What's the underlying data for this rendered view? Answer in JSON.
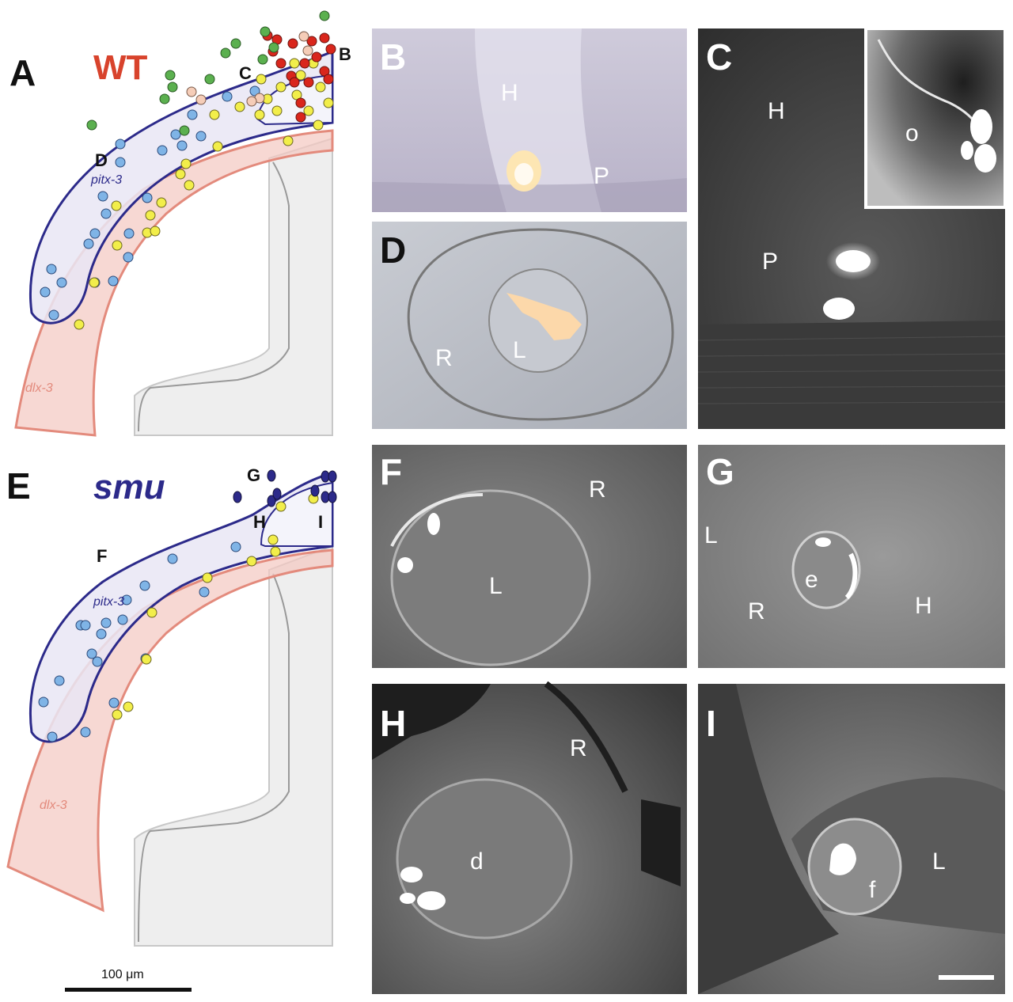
{
  "figure": {
    "panel_letters": [
      "A",
      "B",
      "C",
      "D",
      "E",
      "F",
      "G",
      "H",
      "I"
    ],
    "schematic_top": {
      "title": "WT",
      "title_color": "#d8432c",
      "pitx_label": "pitx-3",
      "dlx_label": "dlx-3",
      "callouts": [
        "B",
        "C",
        "D"
      ]
    },
    "schematic_bottom": {
      "title": "smu",
      "title_color": "#2c2a8a",
      "pitx_label": "pitx-3",
      "dlx_label": "dlx-3",
      "callouts": [
        "F",
        "G",
        "H",
        "I"
      ]
    },
    "scale_bar_label": "100 μm",
    "micrographs": {
      "B": [
        "H",
        "P"
      ],
      "C": [
        "H",
        "P"
      ],
      "C_inset": [
        "o"
      ],
      "D": [
        "R",
        "L"
      ],
      "F": [
        "R",
        "L"
      ],
      "G": [
        "L",
        "R",
        "H",
        "e"
      ],
      "H": [
        "R",
        "d"
      ],
      "I": [
        "L",
        "f"
      ]
    },
    "dot_colors": {
      "lens_cells": "#7fb4e6",
      "pitx_cells": "#f2ee4a",
      "red_cells": "#d9261c",
      "green_cells": "#5bb04f",
      "pink_cells": "#f5cdb8",
      "smu_cells": "#2c2a8a"
    }
  }
}
